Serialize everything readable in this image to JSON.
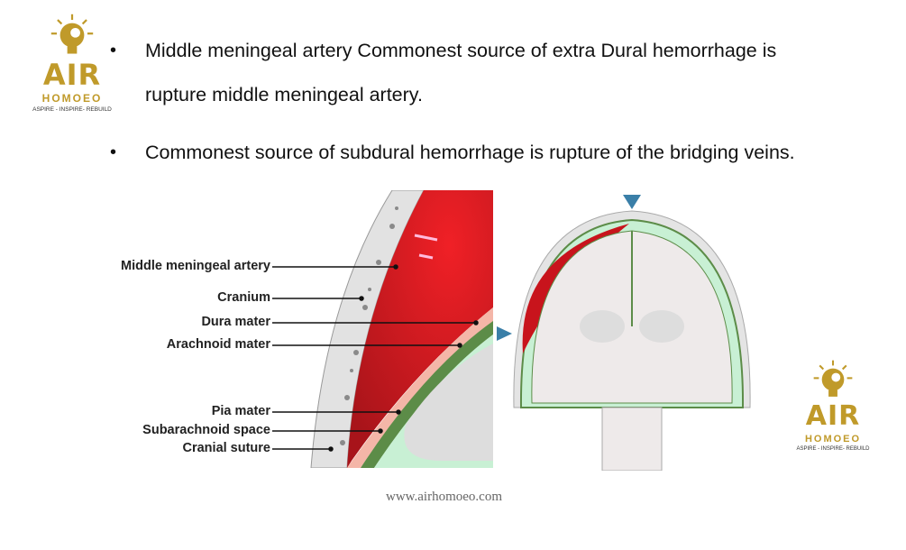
{
  "logo": {
    "brand": "AIR",
    "sub": "HOMOEO",
    "tagline": "ASPIRE - INSPIRE- REBUILD"
  },
  "bullets": [
    {
      "symbol": "•",
      "line1": "Middle meningeal artery Commonest source of extra Dural hemorrhage is",
      "line2": "rupture middle meningeal artery."
    },
    {
      "symbol": "•",
      "line1": "Commonest source of subdural hemorrhage is rupture of the bridging veins."
    }
  ],
  "diagram_labels": [
    "Middle meningeal artery",
    "Cranium",
    "Dura mater",
    "Arachnoid mater",
    "Pia mater",
    "Subarachnoid space",
    "Cranial suture"
  ],
  "footer": {
    "website": "www.airhomoeo.com"
  },
  "colors": {
    "gold": "#c09a2a",
    "blood": "#c8141c",
    "arrow": "#3a7fa8"
  }
}
